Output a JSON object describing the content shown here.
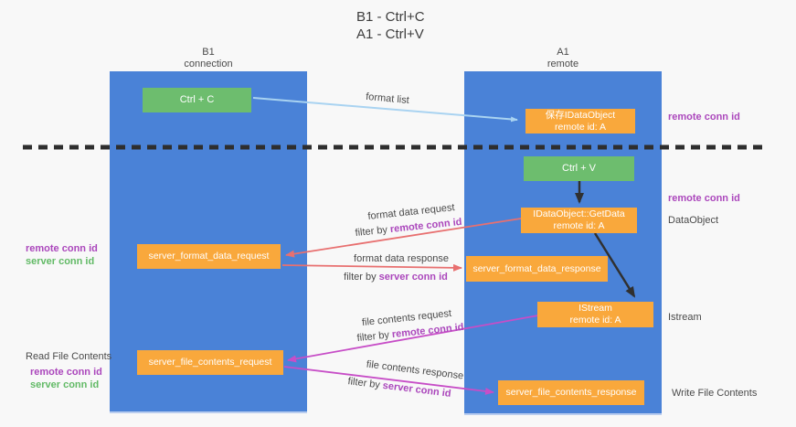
{
  "title": {
    "line1": "B1 - Ctrl+C",
    "line2": "A1 - Ctrl+V"
  },
  "columns": {
    "left": {
      "name": "B1",
      "role": "connection"
    },
    "right": {
      "name": "A1",
      "role": "remote"
    }
  },
  "boxes": {
    "ctrl_c": "Ctrl + C",
    "ctrl_v": "Ctrl + V",
    "save_idataobject": {
      "line1": "保存IDataObject",
      "line2": "remote id: A"
    },
    "getdata": {
      "line1": "IDataObject::GetData",
      "line2": "remote id: A"
    },
    "istream": {
      "line1": "IStream",
      "line2": "remote id: A"
    },
    "server_format_data_request": "server_format_data_request",
    "server_format_data_response": "server_format_data_response",
    "server_file_contents_request": "server_file_contents_request",
    "server_file_contents_response": "server_file_contents_response"
  },
  "flow_labels": {
    "format_list": "format list",
    "format_data_request": "format data request",
    "format_data_response": "format data response",
    "file_contents_request": "file contents request",
    "file_contents_response": "file contents response",
    "filter_by": "filter by ",
    "remote_conn_id": "remote conn id",
    "server_conn_id": "server conn id"
  },
  "side_labels": {
    "remote_conn_id": "remote conn id",
    "server_conn_id": "server conn id",
    "dataobject": "DataObject",
    "istream": "Istream",
    "read_file_contents": "Read File Contents",
    "write_file_contents": "Write File Contents"
  },
  "colors": {
    "lane_blue": "#4a82d7",
    "box_green": "#6dbd6e",
    "box_orange": "#f9a83c",
    "arrow_light_blue": "#a9d3f1",
    "arrow_red": "#e87070",
    "arrow_magenta": "#c74ec7",
    "arrow_black": "#303030",
    "text_purple": "#ab47bc",
    "text_green": "#62ba66"
  }
}
